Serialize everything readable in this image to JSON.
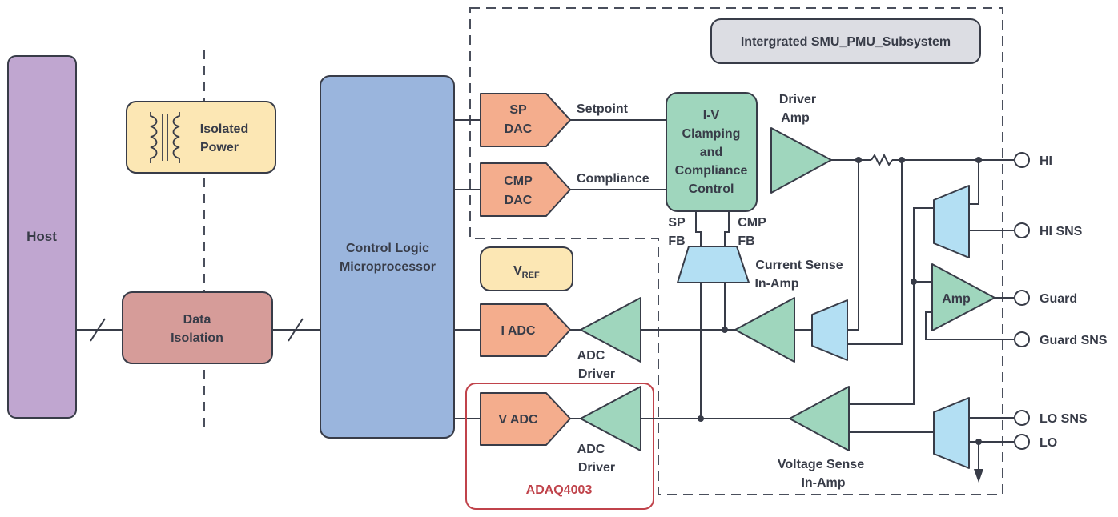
{
  "subsystem": {
    "title": "Intergrated SMU_PMU_Subsystem"
  },
  "host": {
    "label": "Host"
  },
  "isolated_power": {
    "line1": "Isolated",
    "line2": "Power"
  },
  "data_isolation": {
    "line1": "Data",
    "line2": "Isolation"
  },
  "control_logic": {
    "line1": "Control Logic",
    "line2": "Microprocessor"
  },
  "sp_dac": {
    "line1": "SP",
    "line2": "DAC"
  },
  "cmp_dac": {
    "line1": "CMP",
    "line2": "DAC"
  },
  "vref": {
    "main": "V",
    "sub": "REF"
  },
  "i_adc": {
    "label": "I ADC"
  },
  "v_adc": {
    "label": "V ADC"
  },
  "adc_driver_top": {
    "line1": "ADC",
    "line2": "Driver"
  },
  "adc_driver_bottom": {
    "line1": "ADC",
    "line2": "Driver"
  },
  "adaq": {
    "label": "ADAQ4003"
  },
  "signals": {
    "setpoint": "Setpoint",
    "compliance": "Compliance"
  },
  "clamp": {
    "line1": "I-V",
    "line2": "Clamping",
    "line3": "and",
    "line4": "Compliance",
    "line5": "Control"
  },
  "sp_fb": {
    "line1": "SP",
    "line2": "FB"
  },
  "cmp_fb": {
    "line1": "CMP",
    "line2": "FB"
  },
  "driver_amp": {
    "line1": "Driver",
    "line2": "Amp"
  },
  "current_sense": {
    "line1": "Current Sense",
    "line2": "In-Amp"
  },
  "voltage_sense": {
    "line1": "Voltage Sense",
    "line2": "In-Amp"
  },
  "amp": {
    "label": "Amp"
  },
  "terminals": {
    "hi": "HI",
    "hi_sns": "HI SNS",
    "guard": "Guard",
    "guard_sns": "Guard SNS",
    "lo_sns": "LO SNS",
    "lo": "LO"
  },
  "colors": {
    "host": "#c0a6d0",
    "isolated_power": "#fce7b4",
    "data_isolation": "#d69c99",
    "control_logic": "#9ab5dd",
    "dac_adc": "#f4ad8d",
    "vref": "#fce7b4",
    "green": "#9fd6bd",
    "blue": "#b3dff3",
    "subsystem_label": "#dcdde3",
    "adaq": "#c0434b",
    "line": "#383c48"
  }
}
